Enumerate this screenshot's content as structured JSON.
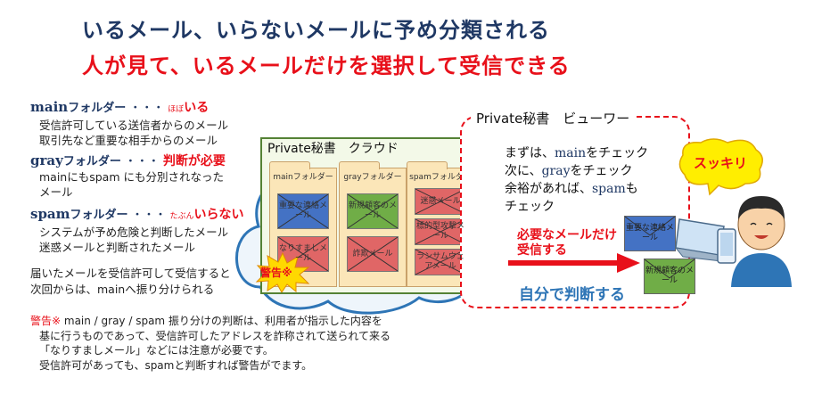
{
  "header": {
    "line1": "いるメール、いらないメールに予め分類される",
    "line2": "人が見て、いるメールだけを選択して受信できる"
  },
  "legend": {
    "main": {
      "token": "main",
      "suffix": "フォルダー",
      "dots": "・・・",
      "tag_small": "ほぼ",
      "tag": "いる",
      "desc": [
        "受信許可している送信者からのメール",
        "取引先など重要な相手からのメール"
      ]
    },
    "gray": {
      "token": "gray",
      "suffix": "フォルダー",
      "dots": "・・・",
      "tag": "判断が必要",
      "desc": [
        "mainにもspam にも分別されなった",
        "メール"
      ]
    },
    "spam": {
      "token": "spam",
      "suffix": "フォルダー",
      "dots": "・・・",
      "tag_small": "たぶん",
      "tag": "いらない",
      "desc": [
        "システムが予め危険と判断したメール",
        "迷惑メールと判断されたメール"
      ]
    }
  },
  "note": [
    "届いたメールを受信許可して受信すると",
    "次回からは、mainへ振り分けられる"
  ],
  "warning": {
    "label": "警告※",
    "lines": [
      " main / gray / spam 振り分けの判断は、利用者が指示した内容を",
      "基に行うものであって、受信許可したアドレスを詐称されて送られて来る",
      "「なりすましメール」などには注意が必要です。",
      "受信許可があっても、spamと判断すれば警告がでます。"
    ]
  },
  "cloud": {
    "title": "Private秘書　クラウド",
    "badge": "警告※",
    "folders": [
      {
        "name": "mainフォルダー",
        "mails": [
          "重要な連絡メール",
          "なりすましメール"
        ],
        "colors": [
          "#4472c4",
          "#e06666"
        ]
      },
      {
        "name": "grayフォルダー",
        "mails": [
          "新規顧客のメール",
          "詐欺メール"
        ],
        "colors": [
          "#70ad47",
          "#e06666"
        ]
      },
      {
        "name": "spamフォルダー",
        "mails": [
          "迷惑メール",
          "標的型攻撃メール",
          "ランサムウェアメール"
        ],
        "colors": [
          "#e06666",
          "#e06666",
          "#e06666"
        ]
      }
    ]
  },
  "viewer": {
    "title": "Private秘書　ビューワー",
    "steps": [
      {
        "pre": "まずは、",
        "token": "main",
        "post": "をチェック"
      },
      {
        "pre": "次に、",
        "token": "gray",
        "post": "をチェック"
      },
      {
        "pre": "余裕があれば、",
        "token": "spam",
        "post": "も"
      },
      {
        "pre": "チェック",
        "token": "",
        "post": ""
      }
    ],
    "need": [
      "必要なメールだけ",
      "受信する"
    ],
    "judge": "自分で判断する",
    "received": [
      "重要な連絡メール",
      "新規顧客のメール"
    ]
  },
  "bubble": "スッキリ",
  "colors": {
    "navy": "#1f3864",
    "red": "#e8101a",
    "green": "#548235",
    "blue": "#2e75b6"
  }
}
